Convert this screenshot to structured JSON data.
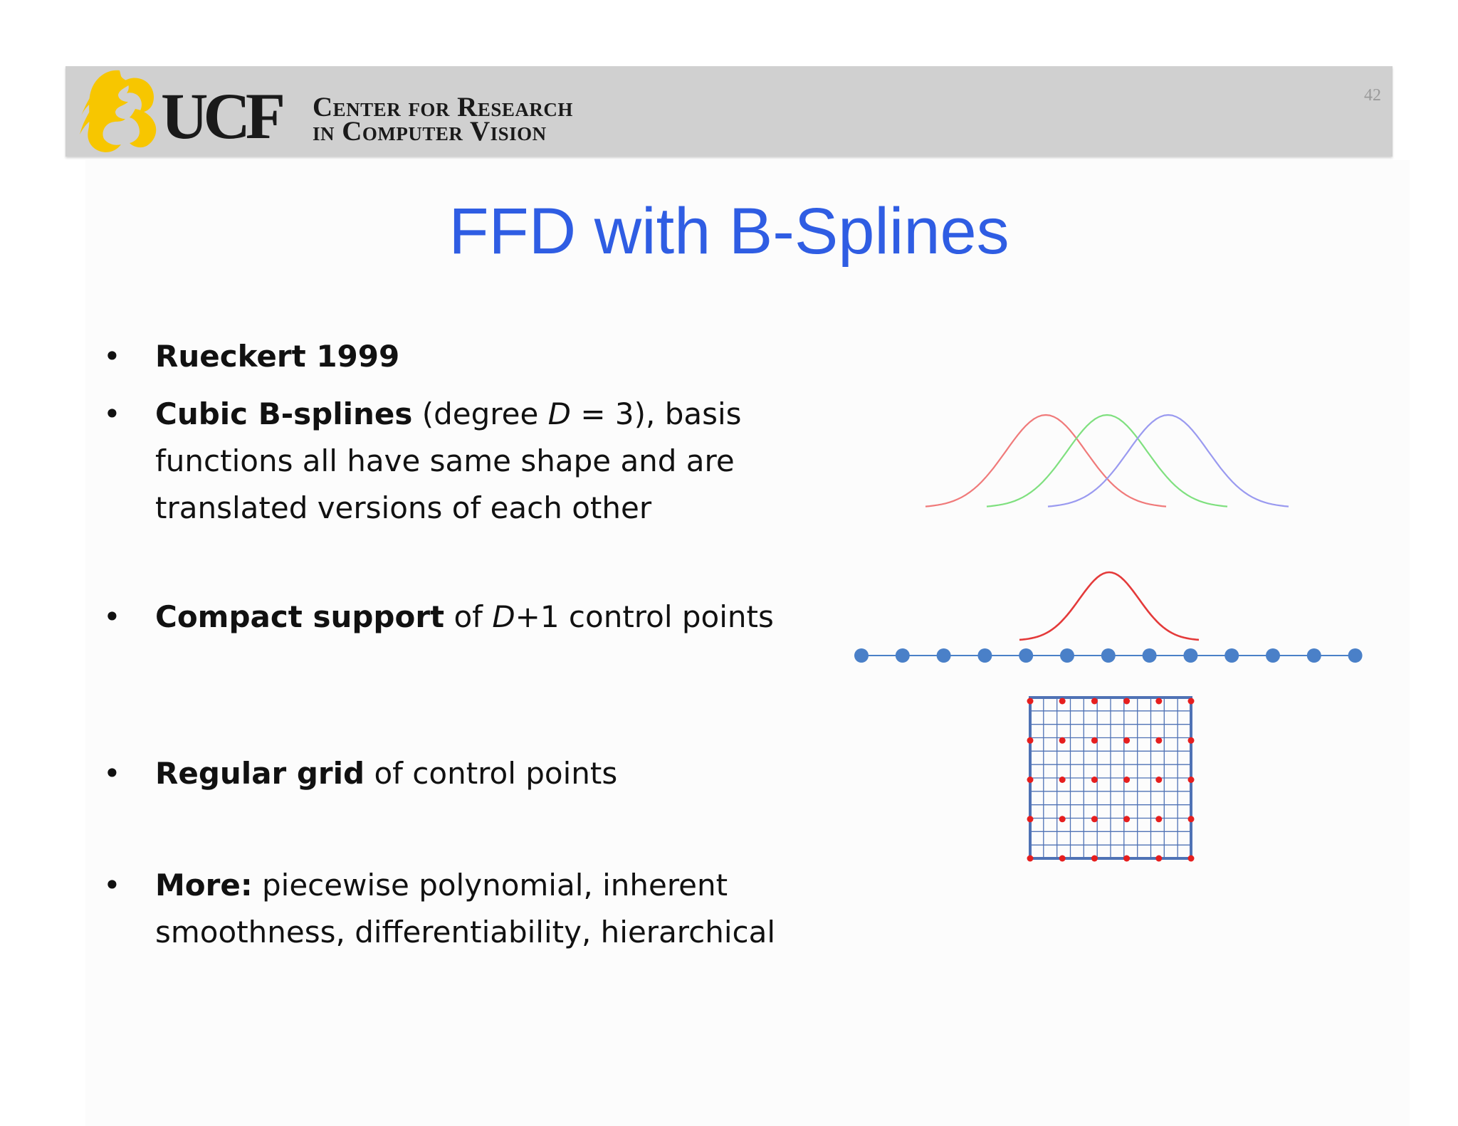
{
  "header": {
    "logo_text": "UCF",
    "org_line1": "Center for Research",
    "org_line2": "in Computer Vision",
    "page_number": "42"
  },
  "title": "FFD with B-Splines",
  "bullets": [
    {
      "bold": "Rueckert 1999",
      "lines": []
    },
    {
      "bold": "Cubic B-splines",
      "after_bold": " (degree ",
      "var": "D",
      "after_var": " = 3), basis",
      "lines": [
        "functions all have same shape and are",
        "translated versions of each other"
      ]
    },
    {
      "bold": "Compact support",
      "after_bold": " of ",
      "var": "D",
      "after_var": "+1 control points"
    },
    {
      "bold": "Regular grid",
      "after_bold": " of control points"
    },
    {
      "bold": "More:",
      "after_bold": " piecewise polynomial, inherent",
      "lines": [
        "smoothness, differentiability, hierarchical"
      ]
    }
  ],
  "bullet_symbol": "•",
  "colors": {
    "title": "#2f5de3",
    "header_bg": "#d0d0d0",
    "logo_gold": "#f7c600",
    "curve_red": "#f07a7a",
    "curve_green": "#7fe07f",
    "curve_blue": "#9a9af0",
    "compact_red": "#e43a3a",
    "control_point": "#4a80c8",
    "grid_line": "#4f72b5",
    "grid_point": "#e61e1e"
  },
  "figure": {
    "basis_functions_count": 3,
    "control_points_count": 13,
    "grid_cells": 12,
    "grid_point_rows": 5,
    "grid_point_cols": 6
  }
}
